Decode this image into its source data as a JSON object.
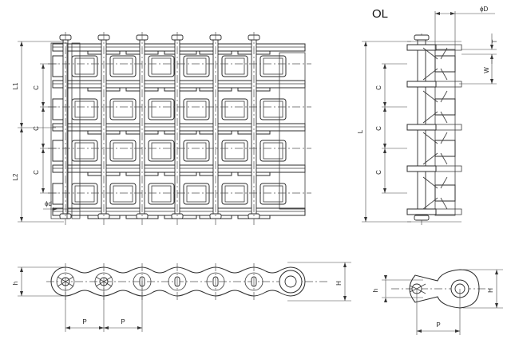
{
  "title": "OL",
  "top_view_labels": {
    "L1": "L1",
    "L2": "L2",
    "C1": "C",
    "C2": "C",
    "C3": "C",
    "pin_dia": "ϕd"
  },
  "side_view_labels": {
    "L": "L",
    "C1": "C",
    "C2": "C",
    "C3": "C",
    "D": "ϕD",
    "T": "T",
    "W": "W"
  },
  "front_view_labels": {
    "h": "h",
    "H": "H",
    "P1": "P",
    "P2": "P"
  },
  "offset_view_labels": {
    "h": "h",
    "H": "H",
    "P": "P"
  },
  "colors": {
    "line": "#2b2b2b",
    "background": "#ffffff"
  }
}
